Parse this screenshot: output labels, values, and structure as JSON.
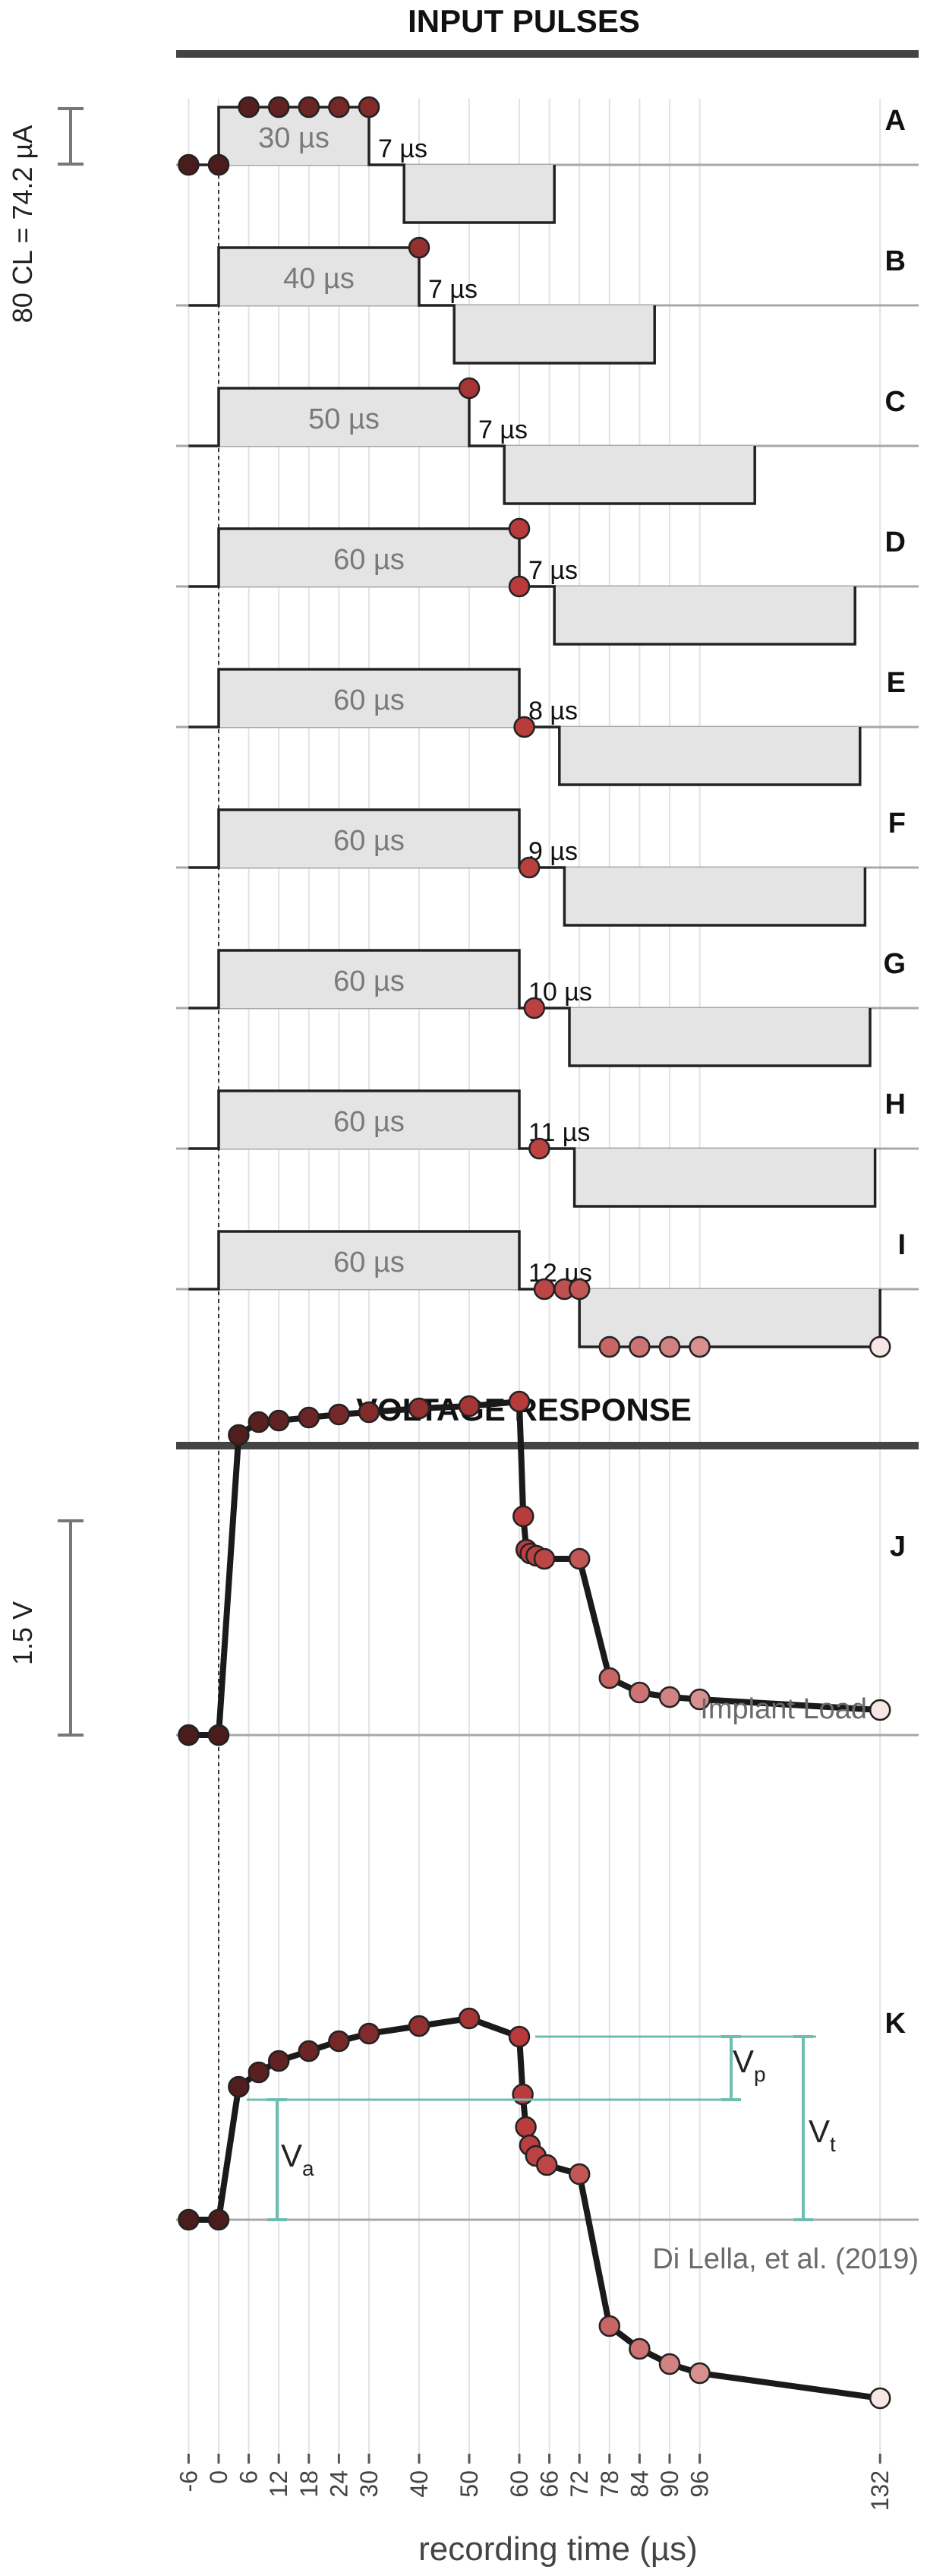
{
  "header_pulses": "INPUT PULSES",
  "header_response": "VOLTAGE RESPONSE",
  "current_scale_label": "80 CL = 74.2 µA",
  "voltage_scale_label": "1.5 V",
  "x_axis_title": "recording time (µs)",
  "x_ticks": [
    "-6",
    "0",
    "6",
    "12",
    "18",
    "24",
    "30",
    "40",
    "50",
    "60",
    "66",
    "72",
    "78",
    "84",
    "90",
    "96",
    "132"
  ],
  "x_tick_values": [
    -6,
    0,
    6,
    12,
    18,
    24,
    30,
    40,
    50,
    60,
    66,
    72,
    78,
    84,
    90,
    96,
    132
  ],
  "pulses": [
    {
      "letter": "A",
      "width_label": "30 µs",
      "gap_label": "7 µs",
      "width": 30,
      "gap": 7
    },
    {
      "letter": "B",
      "width_label": "40 µs",
      "gap_label": "7 µs",
      "width": 40,
      "gap": 7
    },
    {
      "letter": "C",
      "width_label": "50 µs",
      "gap_label": "7 µs",
      "width": 50,
      "gap": 7
    },
    {
      "letter": "D",
      "width_label": "60 µs",
      "gap_label": "7 µs",
      "width": 60,
      "gap": 7
    },
    {
      "letter": "E",
      "width_label": "60 µs",
      "gap_label": "8 µs",
      "width": 60,
      "gap": 8
    },
    {
      "letter": "F",
      "width_label": "60 µs",
      "gap_label": "9 µs",
      "width": 60,
      "gap": 9
    },
    {
      "letter": "G",
      "width_label": "60 µs",
      "gap_label": "10 µs",
      "width": 60,
      "gap": 10
    },
    {
      "letter": "H",
      "width_label": "60 µs",
      "gap_label": "11 µs",
      "width": 60,
      "gap": 11
    },
    {
      "letter": "I",
      "width_label": "60 µs",
      "gap_label": "12 µs",
      "width": 60,
      "gap": 12
    }
  ],
  "responses": [
    {
      "letter": "J",
      "ref_label": "Implant Load"
    },
    {
      "letter": "K",
      "ref_label": "Di Lella, et al. (2019)"
    }
  ],
  "annotations": {
    "va": {
      "main": "V",
      "sub": "a"
    },
    "vp": {
      "main": "V",
      "sub": "p"
    },
    "vt": {
      "main": "V",
      "sub": "t"
    }
  },
  "colors": {
    "dark_point": "#4a1c1c",
    "mid_point": "#b83a3a",
    "light_point": "#f6e6e4",
    "pulse_fill": "#e4e4e4",
    "teal": "#6fbdb2",
    "baseline": "#a8a8a8",
    "header_bar": "#444444"
  }
}
